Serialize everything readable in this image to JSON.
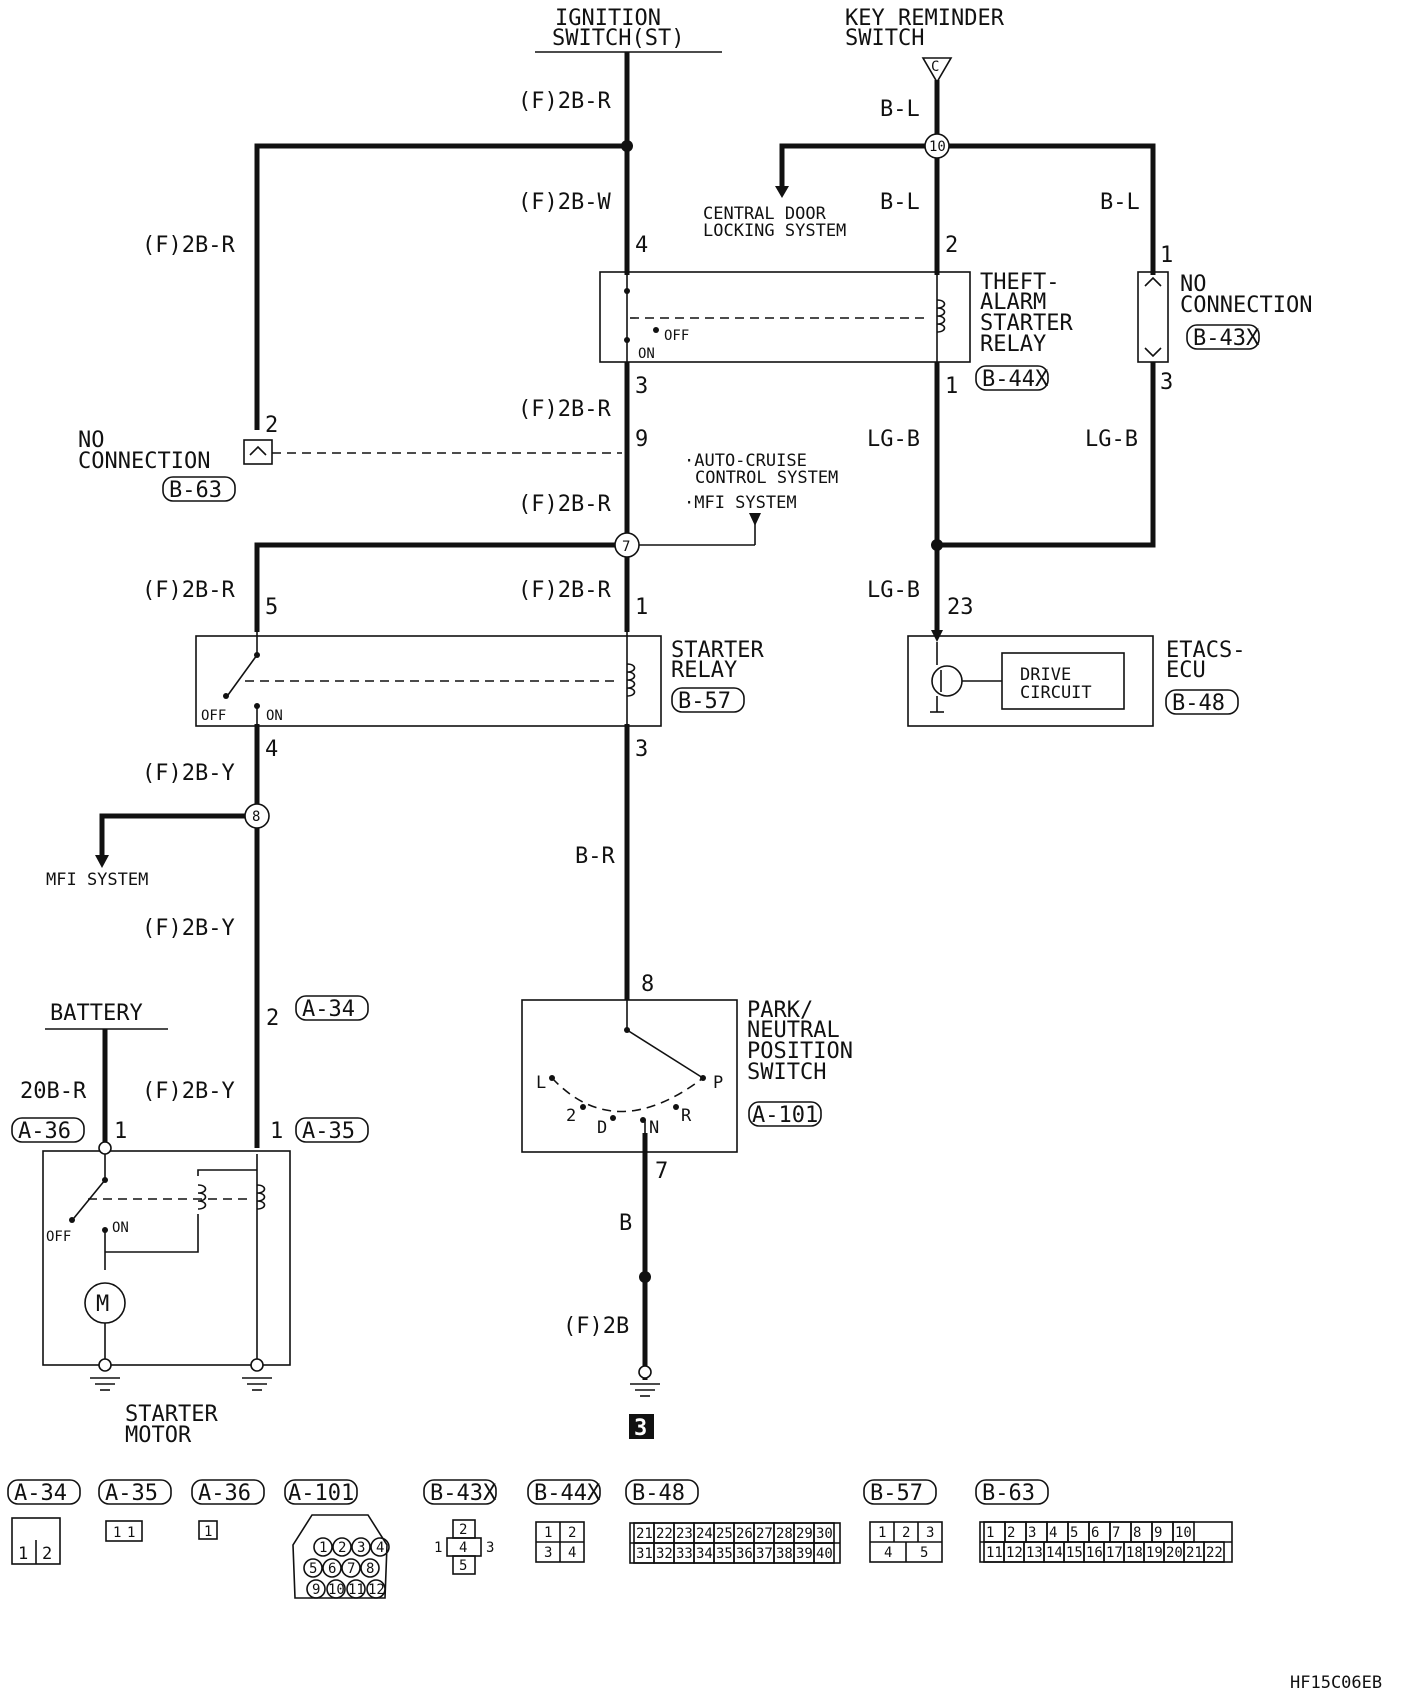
{
  "labels": {
    "ignition_switch": [
      "IGNITION",
      "SWITCH(ST)"
    ],
    "key_reminder_switch": [
      "KEY REMINDER",
      "SWITCH"
    ],
    "central_door_locking": [
      "CENTRAL DOOR",
      "LOCKING SYSTEM"
    ],
    "theft_alarm_relay": [
      "THEFT-",
      "ALARM",
      "STARTER",
      "RELAY"
    ],
    "no_connection_right": [
      "NO",
      "CONNECTION"
    ],
    "no_connection_left": [
      "NO",
      "CONNECTION"
    ],
    "auto_cruise": [
      "·AUTO-CRUISE",
      "CONTROL SYSTEM"
    ],
    "mfi_system_dot": "·MFI SYSTEM",
    "starter_relay": [
      "STARTER",
      "RELAY"
    ],
    "etacs_ecu": [
      "ETACS-",
      "ECU"
    ],
    "drive_circuit": [
      "DRIVE",
      "CIRCUIT"
    ],
    "mfi_system": "MFI SYSTEM",
    "battery": "BATTERY",
    "park_neutral_switch": [
      "PARK/",
      "NEUTRAL",
      "POSITION",
      "SWITCH"
    ],
    "starter_motor": [
      "STARTER",
      "MOTOR"
    ],
    "page_marker": "3",
    "figure_code": "HF15C06EB"
  },
  "wire_codes": {
    "f2b_r": "(F)2B-R",
    "f2b_w": "(F)2B-W",
    "f2b_y": "(F)2B-Y",
    "f2b": "(F)2B",
    "b_l": "B-L",
    "lg_b": "LG-B",
    "b_r": "B-R",
    "b": "B",
    "r20b_r": "20B-R"
  },
  "switch_states": {
    "off": "OFF",
    "on": "ON"
  },
  "shift_positions": {
    "l": "L",
    "two": "2",
    "d": "D",
    "n": "N",
    "r": "R",
    "p": "P"
  },
  "motor_symbol": "M",
  "junction_labels": {
    "j10": "10",
    "j7": "7",
    "j8": "8",
    "c": "C"
  },
  "pins": {
    "tr_in": "4",
    "tr_out": "3",
    "no_conn_left": "2",
    "joint_in": "9",
    "tar_coil_top": "2",
    "tar_coil_bottom": "1",
    "b43x_top": "1",
    "b43x_bottom": "3",
    "etacs_pin": "23",
    "sr_left_top": "5",
    "sr_right_top": "1",
    "sr_left_bottom": "4",
    "sr_right_bottom": "3",
    "a34_pin": "2",
    "pn_top": "8",
    "pn_bottom": "7",
    "a36_pin": "1",
    "a35_pin": "1"
  },
  "connector_ids": {
    "b63": "B-63",
    "b43x": "B-43X",
    "b44x": "B-44X",
    "b57": "B-57",
    "b48": "B-48",
    "a34": "A-34",
    "a35": "A-35",
    "a36": "A-36",
    "a101": "A-101"
  },
  "connector_views": {
    "a34_cells": [
      "1",
      "2"
    ],
    "a35_cells": [
      "1",
      "1"
    ],
    "a36_cells": [
      "1"
    ],
    "a101_cells": [
      "1",
      "2",
      "3",
      "4",
      "5",
      "6",
      "7",
      "8",
      "9",
      "10",
      "11",
      "12"
    ],
    "b43x_cells": [
      "1",
      "2",
      "3",
      "4",
      "5"
    ],
    "b44x_cells": [
      "1",
      "2",
      "3",
      "4"
    ],
    "b48_row1": [
      "21",
      "22",
      "23",
      "24",
      "25",
      "26",
      "27",
      "28",
      "29",
      "30"
    ],
    "b48_row2": [
      "31",
      "32",
      "33",
      "34",
      "35",
      "36",
      "37",
      "38",
      "39",
      "40"
    ],
    "b57_row1": [
      "1",
      "2",
      "3"
    ],
    "b57_row2": [
      "4",
      "5"
    ],
    "b63_row1": [
      "1",
      "2",
      "3",
      "4",
      "5",
      "6",
      "7",
      "8",
      "9",
      "10"
    ],
    "b63_row2": [
      "11",
      "12",
      "13",
      "14",
      "15",
      "16",
      "17",
      "18",
      "19",
      "20",
      "21",
      "22"
    ]
  }
}
